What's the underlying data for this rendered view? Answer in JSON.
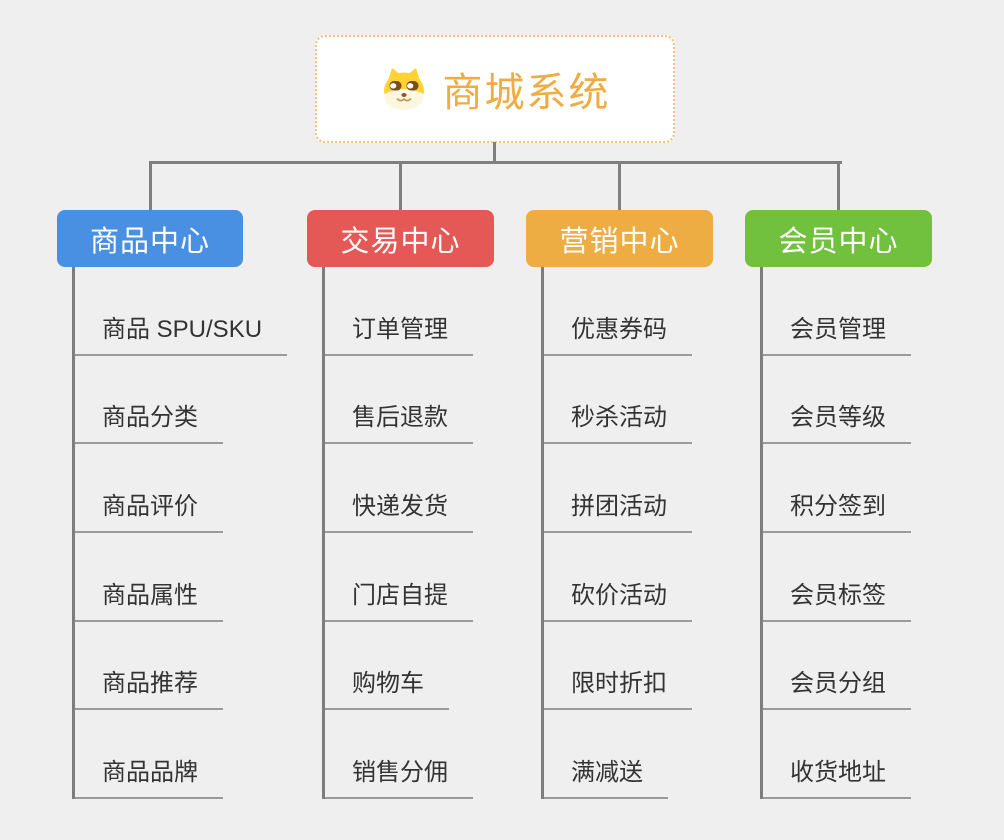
{
  "root": {
    "title": "商城系统",
    "icon": "dog-face-icon"
  },
  "branches": [
    {
      "label": "商品中心",
      "color": "#4A90E2",
      "children": [
        "商品 SPU/SKU",
        "商品分类",
        "商品评价",
        "商品属性",
        "商品推荐",
        "商品品牌"
      ]
    },
    {
      "label": "交易中心",
      "color": "#E45855",
      "children": [
        "订单管理",
        "售后退款",
        "快递发货",
        "门店自提",
        "购物车",
        "销售分佣"
      ]
    },
    {
      "label": "营销中心",
      "color": "#EDAD42",
      "children": [
        "优惠券码",
        "秒杀活动",
        "拼团活动",
        "砍价活动",
        "限时折扣",
        "满减送"
      ]
    },
    {
      "label": "会员中心",
      "color": "#72C13E",
      "children": [
        "会员管理",
        "会员等级",
        "积分签到",
        "会员标签",
        "会员分组",
        "收货地址"
      ]
    }
  ],
  "colors": {
    "background": "#EFEFEF",
    "connector": "#7F7F7F",
    "leaf_underline": "#9A9A9A",
    "leaf_text": "#333333",
    "root_text": "#F1AB43",
    "root_border": "#F3C277",
    "branch_text": "#FFFFFF"
  }
}
